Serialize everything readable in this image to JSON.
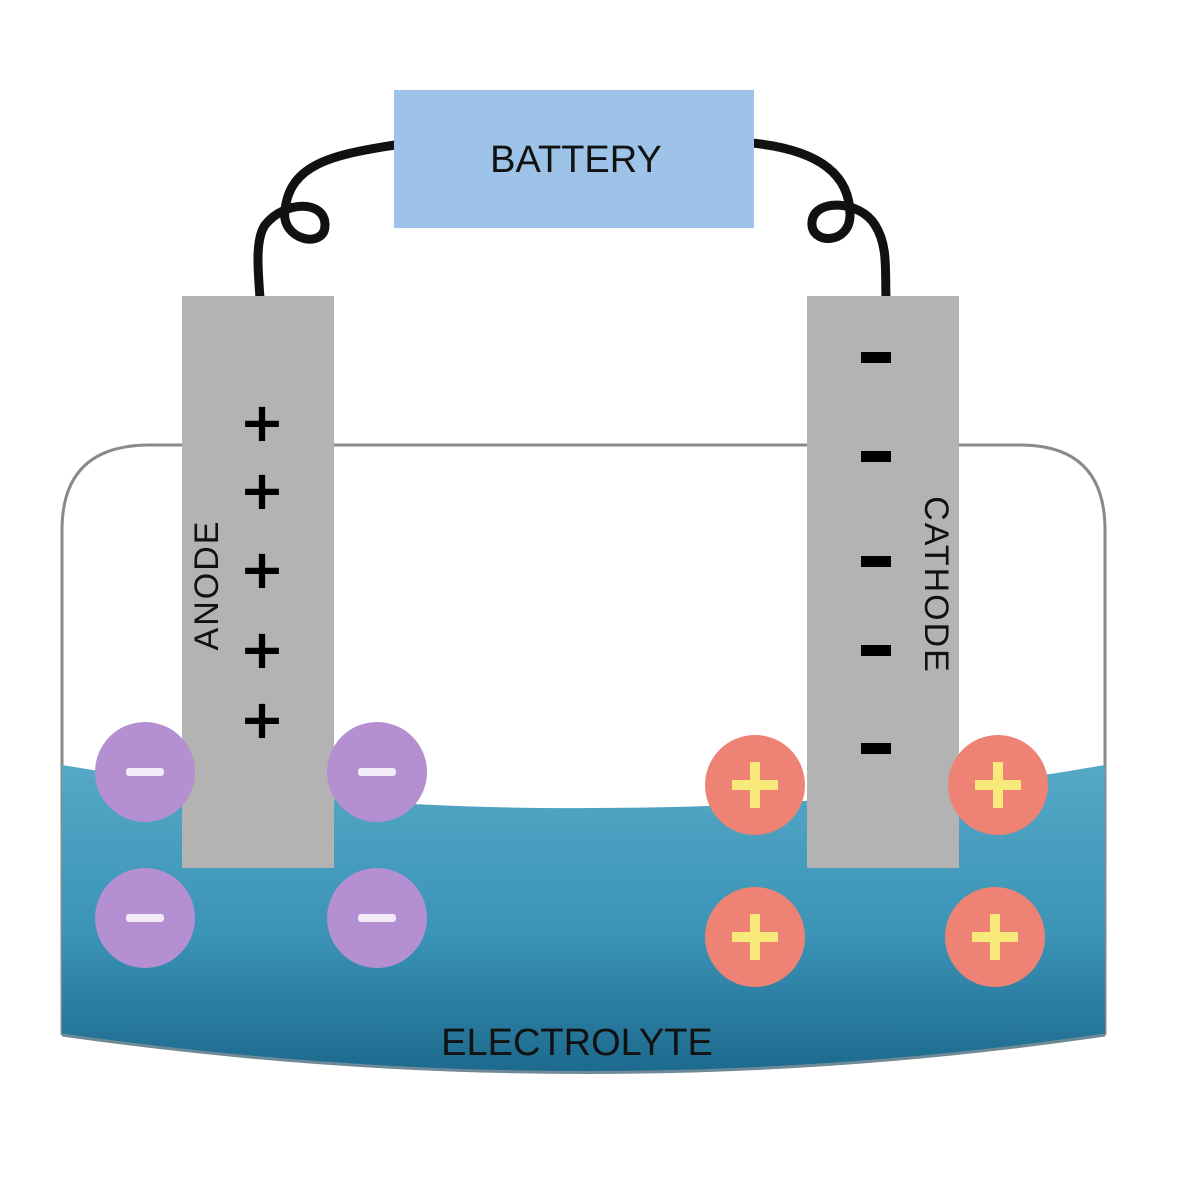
{
  "battery": {
    "label": "BATTERY"
  },
  "anode": {
    "label": "ANODE",
    "charge_symbol": "+",
    "charge_count": 5
  },
  "cathode": {
    "label": "CATHODE",
    "charge_symbol": "−",
    "charge_count": 5
  },
  "electrolyte": {
    "label": "ELECTROLYTE"
  },
  "ions": {
    "negative": {
      "symbol": "−",
      "count": 4,
      "fill_color": "#b48fd1",
      "sign_color": "#f2ecf8"
    },
    "positive": {
      "symbol": "+",
      "count": 4,
      "fill_color": "#ee8275",
      "sign_color": "#f7e97a"
    }
  },
  "colors": {
    "battery_fill": "#9dc3e8",
    "electrode_fill": "#b3b3b3",
    "electrolyte_light": "#4fa3c2",
    "electrolyte_dark": "#1f6f93",
    "container_stroke": "#8a8a8a",
    "wire": "#111111"
  }
}
